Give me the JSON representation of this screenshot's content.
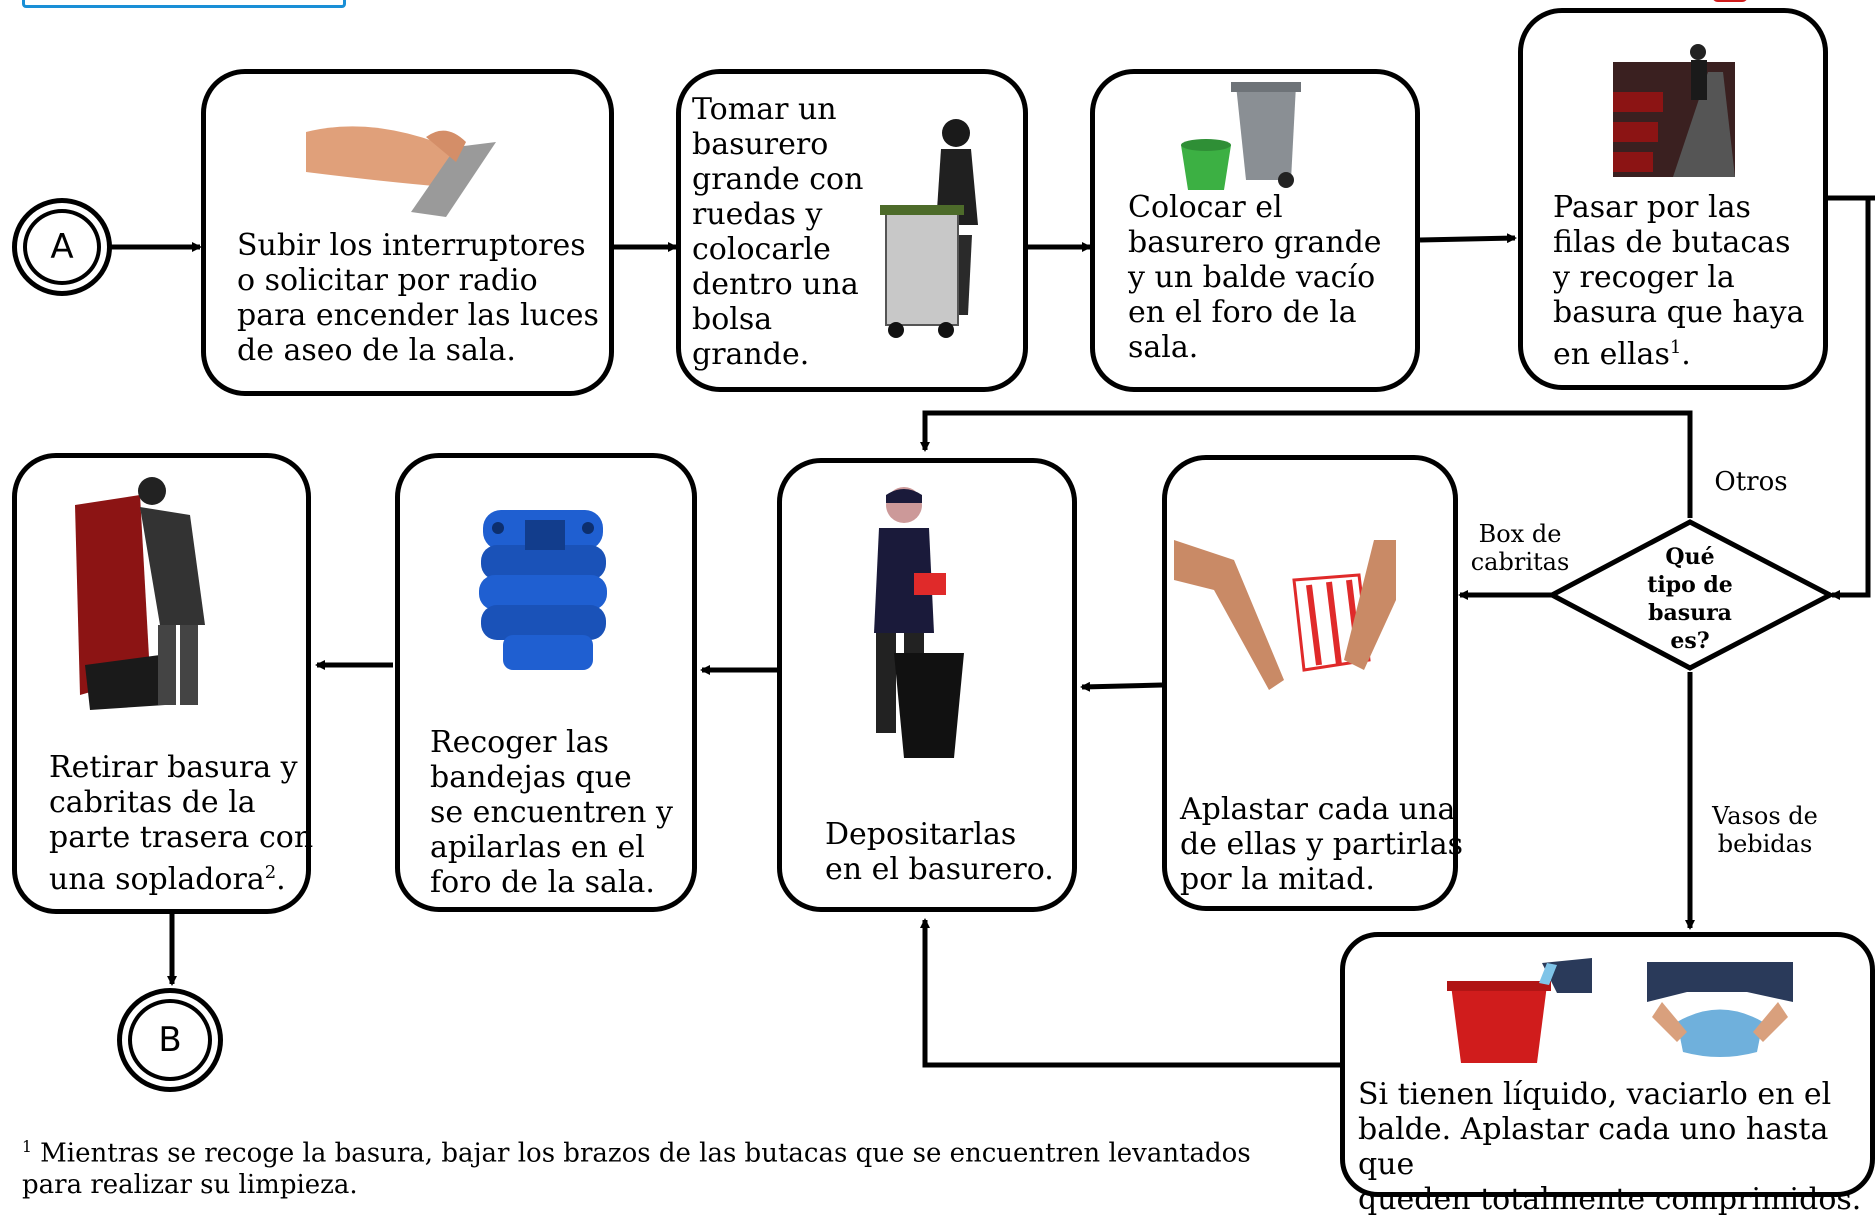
{
  "connectors": {
    "start": "A",
    "end": "B"
  },
  "steps": {
    "s1": "Subir los interruptores\no solicitar por radio\npara encender las luces\nde aseo de la sala.",
    "s2": "Tomar un\nbasurero\ngrande con\nruedas y\ncolocarle\ndentro una\nbolsa\ngrande.",
    "s3": "Colocar el\nbasurero grande\ny un balde vacío\nen el foro de la\nsala.",
    "s4": "Pasar por las\nfilas de butacas\ny recoger la\nbasura que haya\nen ellas",
    "s4_sup": "1",
    "s5": "Aplastar cada una\nde ellas y partirlas\npor la mitad.",
    "s6": "Depositarlas\nen el basurero.",
    "s7": "Recoger las\nbandejas  que\nse encuentren y\napilarlas en el\nforo de la sala.",
    "s8": "Retirar basura y\ncabritas de la\nparte trasera con\nuna sopladora",
    "s8_sup": "2",
    "s9": "Si tienen líquido, vaciarlo en el\nbalde. Aplastar cada uno hasta que\nqueden totalmente comprimidos."
  },
  "decision": {
    "text": "Qué\ntipo de\nbasura\nes?",
    "branch_top": "Otros",
    "branch_left": "Box de\ncabritas",
    "branch_bottom": "Vasos de\nbebidas"
  },
  "footnote": {
    "mark": "1",
    "text": " Mientras se recoge la basura, bajar los brazos de las butacas que se encuentren levantados para realizar su limpieza."
  },
  "colors": {
    "line": "#000000",
    "bin_gray": "#8a8f94",
    "bucket_green": "#3cb043",
    "bucket_red": "#d01c1c",
    "tray_blue": "#1f5fd1",
    "seat_red": "#8c1414",
    "popcorn_red": "#e02a2a"
  },
  "icons": [
    "hand-switch-icon",
    "worker-bin-icon",
    "bins-bucket-icon",
    "cinema-aisle-icon",
    "popcorn-box-icon",
    "worker-depositing-icon",
    "blue-trays-icon",
    "worker-seat-icon",
    "bucket-pour-icon",
    "cup-crush-icon"
  ]
}
